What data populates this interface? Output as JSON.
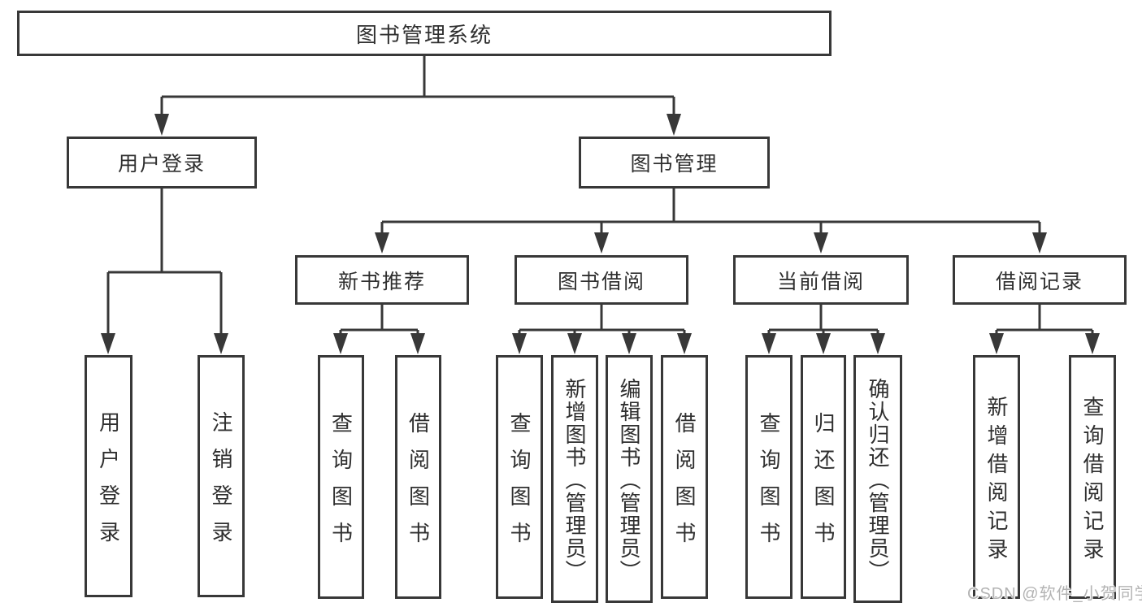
{
  "tree": {
    "label": "图书管理系统",
    "children": [
      {
        "label": "用户登录",
        "children": [
          {
            "label": "用户登录"
          },
          {
            "label": "注销登录"
          }
        ]
      },
      {
        "label": "图书管理",
        "children": [
          {
            "label": "新书推荐",
            "children": [
              {
                "label": "查询图书"
              },
              {
                "label": "借阅图书"
              }
            ]
          },
          {
            "label": "图书借阅",
            "children": [
              {
                "label": "查询图书"
              },
              {
                "label": "新增图书（管理员）"
              },
              {
                "label": "编辑图书（管理员）"
              },
              {
                "label": "借阅图书"
              }
            ]
          },
          {
            "label": "当前借阅",
            "children": [
              {
                "label": "查询图书"
              },
              {
                "label": "归还图书"
              },
              {
                "label": "确认归还（管理员）"
              }
            ]
          },
          {
            "label": "借阅记录",
            "children": [
              {
                "label": "新增借阅记录"
              },
              {
                "label": "查询借阅记录"
              }
            ]
          }
        ]
      }
    ]
  },
  "watermark": {
    "text": "CSDN @软件_小贺同学"
  },
  "colors": {
    "line": "#383838",
    "text": "#2f2f2f",
    "watermark": "#b3b3b3",
    "background": "#ffffff"
  }
}
